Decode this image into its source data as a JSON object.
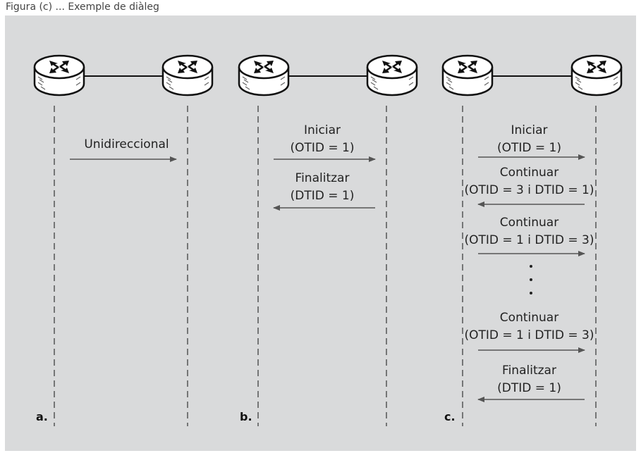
{
  "header_text": "Figura (c) ... Exemple de diàleg",
  "panels": [
    {
      "label": "a.",
      "messages": [
        {
          "lines": [
            "Unidireccional"
          ],
          "direction": "right"
        }
      ]
    },
    {
      "label": "b.",
      "messages": [
        {
          "lines": [
            "Iniciar",
            "(OTID = 1)"
          ],
          "direction": "right"
        },
        {
          "lines": [
            "Finalitzar",
            "(DTID = 1)"
          ],
          "direction": "left"
        }
      ]
    },
    {
      "label": "c.",
      "messages": [
        {
          "lines": [
            "Iniciar",
            "(OTID = 1)"
          ],
          "direction": "right"
        },
        {
          "lines": [
            "Continuar",
            "(OTID = 3 i DTID = 1)"
          ],
          "direction": "left"
        },
        {
          "lines": [
            "Continuar",
            "(OTID = 1 i DTID = 3)"
          ],
          "direction": "right"
        },
        {
          "lines": [
            "Continuar",
            "(OTID = 1 i DTID = 3)"
          ],
          "direction": "right"
        },
        {
          "lines": [
            "Finalitzar",
            "(DTID = 1)"
          ],
          "direction": "left"
        }
      ]
    }
  ],
  "colors": {
    "background": "#d9dadb",
    "arrow": "#555555",
    "lifeline": "#333333",
    "router_fill": "#ffffff",
    "router_stroke": "#111111"
  },
  "icons": [
    "router-icon"
  ]
}
